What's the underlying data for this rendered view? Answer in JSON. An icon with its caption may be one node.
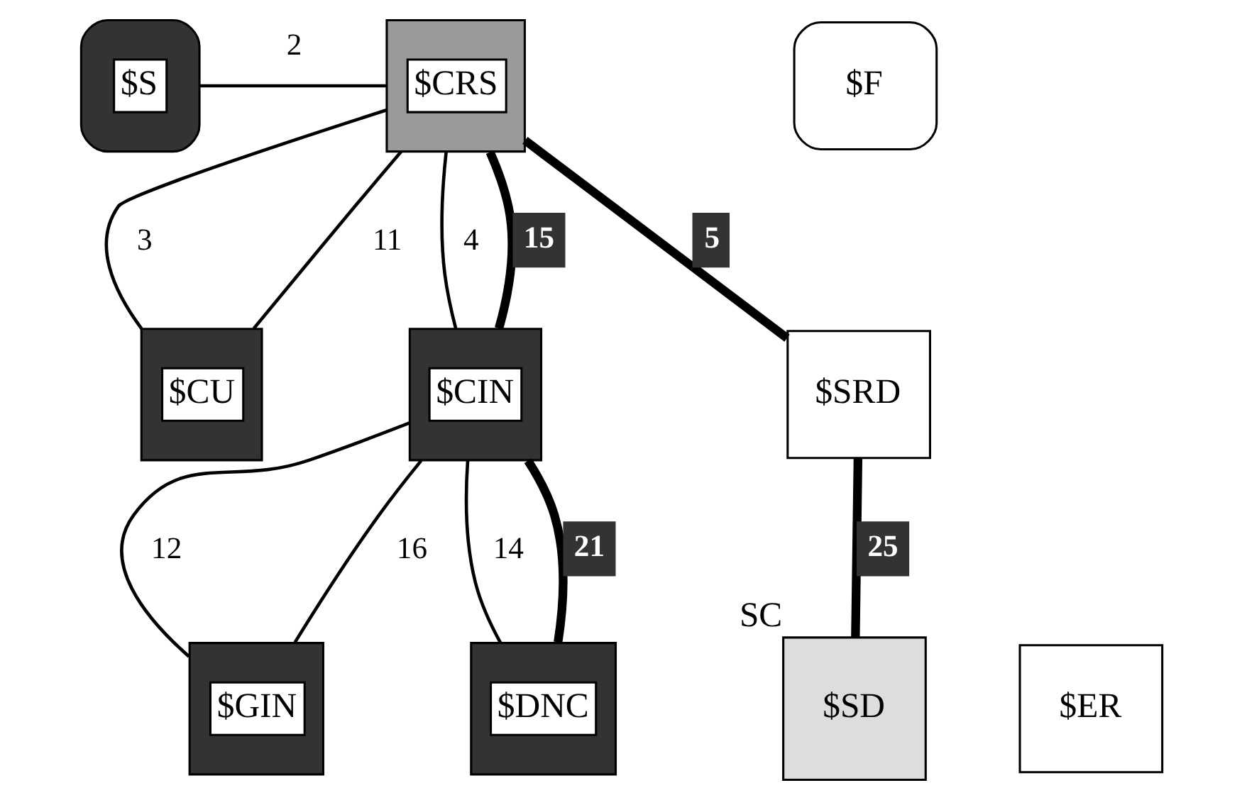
{
  "diagram": {
    "nodes": [
      {
        "text": [
          "$S"
        ]
      },
      {
        "text": [
          "$CRS"
        ]
      },
      {
        "text": [
          "$F"
        ]
      },
      {
        "text": [
          "$CU"
        ]
      },
      {
        "text": [
          "$CIN"
        ]
      },
      {
        "text": [
          "$SRD"
        ]
      },
      {
        "text": [
          "$GIN"
        ]
      },
      {
        "text": [
          "$DNC"
        ]
      },
      {
        "text": [
          "$SD"
        ],
        "beside": [
          "SC"
        ]
      },
      {
        "text": [
          "$ER"
        ]
      }
    ],
    "edges": [
      {
        "from": 0,
        "to": 1,
        "arrow": "none",
        "label": "2"
      },
      {
        "from": 1,
        "to": 3,
        "arrow": "none",
        "label": "3"
      },
      {
        "from": 1,
        "to": 3,
        "arrow": "none",
        "label": "11"
      },
      {
        "from": 1,
        "to": 4,
        "arrow": "none",
        "label": "4"
      },
      {
        "from": 1,
        "to": 4,
        "arrow": "none",
        "label": "15",
        "style": "thick"
      },
      {
        "from": 1,
        "to": 5,
        "arrow": "none",
        "label": "5",
        "style": "thick"
      },
      {
        "from": 4,
        "to": 6,
        "arrow": "none",
        "label": "12"
      },
      {
        "from": 4,
        "to": 6,
        "arrow": "none",
        "label": "16"
      },
      {
        "from": 4,
        "to": 7,
        "arrow": "none",
        "label": "14"
      },
      {
        "from": 4,
        "to": 7,
        "arrow": "none",
        "label": "21",
        "style": "thick"
      },
      {
        "from": 5,
        "to": 8,
        "arrow": "none",
        "label": "25",
        "style": "thick"
      }
    ]
  }
}
